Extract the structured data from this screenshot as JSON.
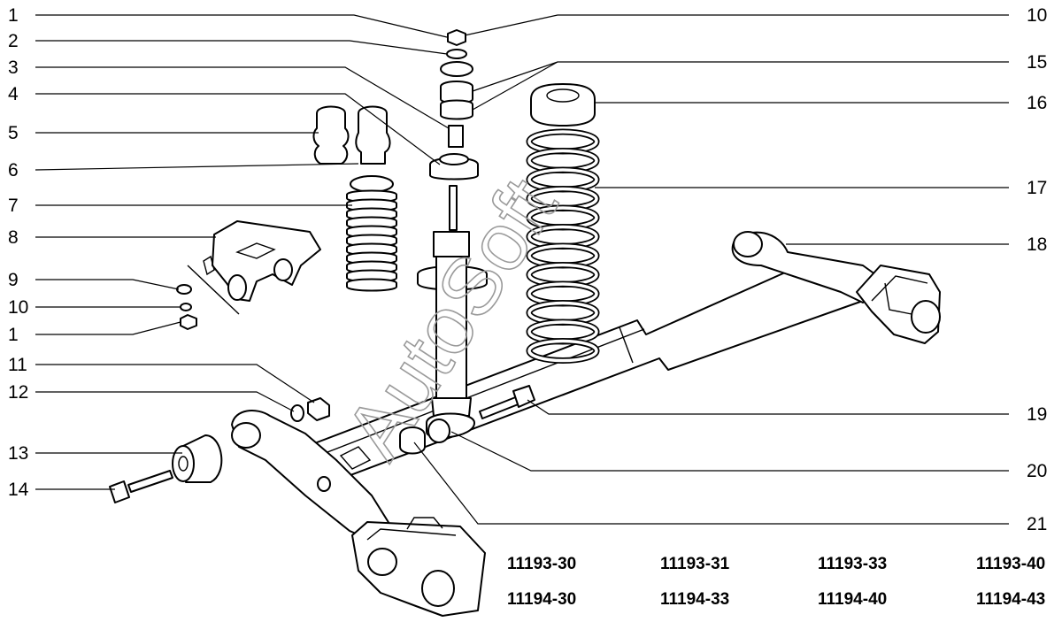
{
  "callouts_left": [
    "1",
    "2",
    "3",
    "4",
    "5",
    "6",
    "7",
    "8",
    "9",
    "10",
    "1",
    "11",
    "12",
    "13",
    "14"
  ],
  "callouts_right": [
    "10",
    "15",
    "16",
    "17",
    "18",
    "19",
    "20",
    "21"
  ],
  "watermark": "AutoSoft",
  "model_codes": [
    [
      "11193-30",
      "11193-31",
      "11193-33",
      "11193-40"
    ],
    [
      "11194-30",
      "11194-33",
      "11194-40",
      "11194-43"
    ]
  ]
}
